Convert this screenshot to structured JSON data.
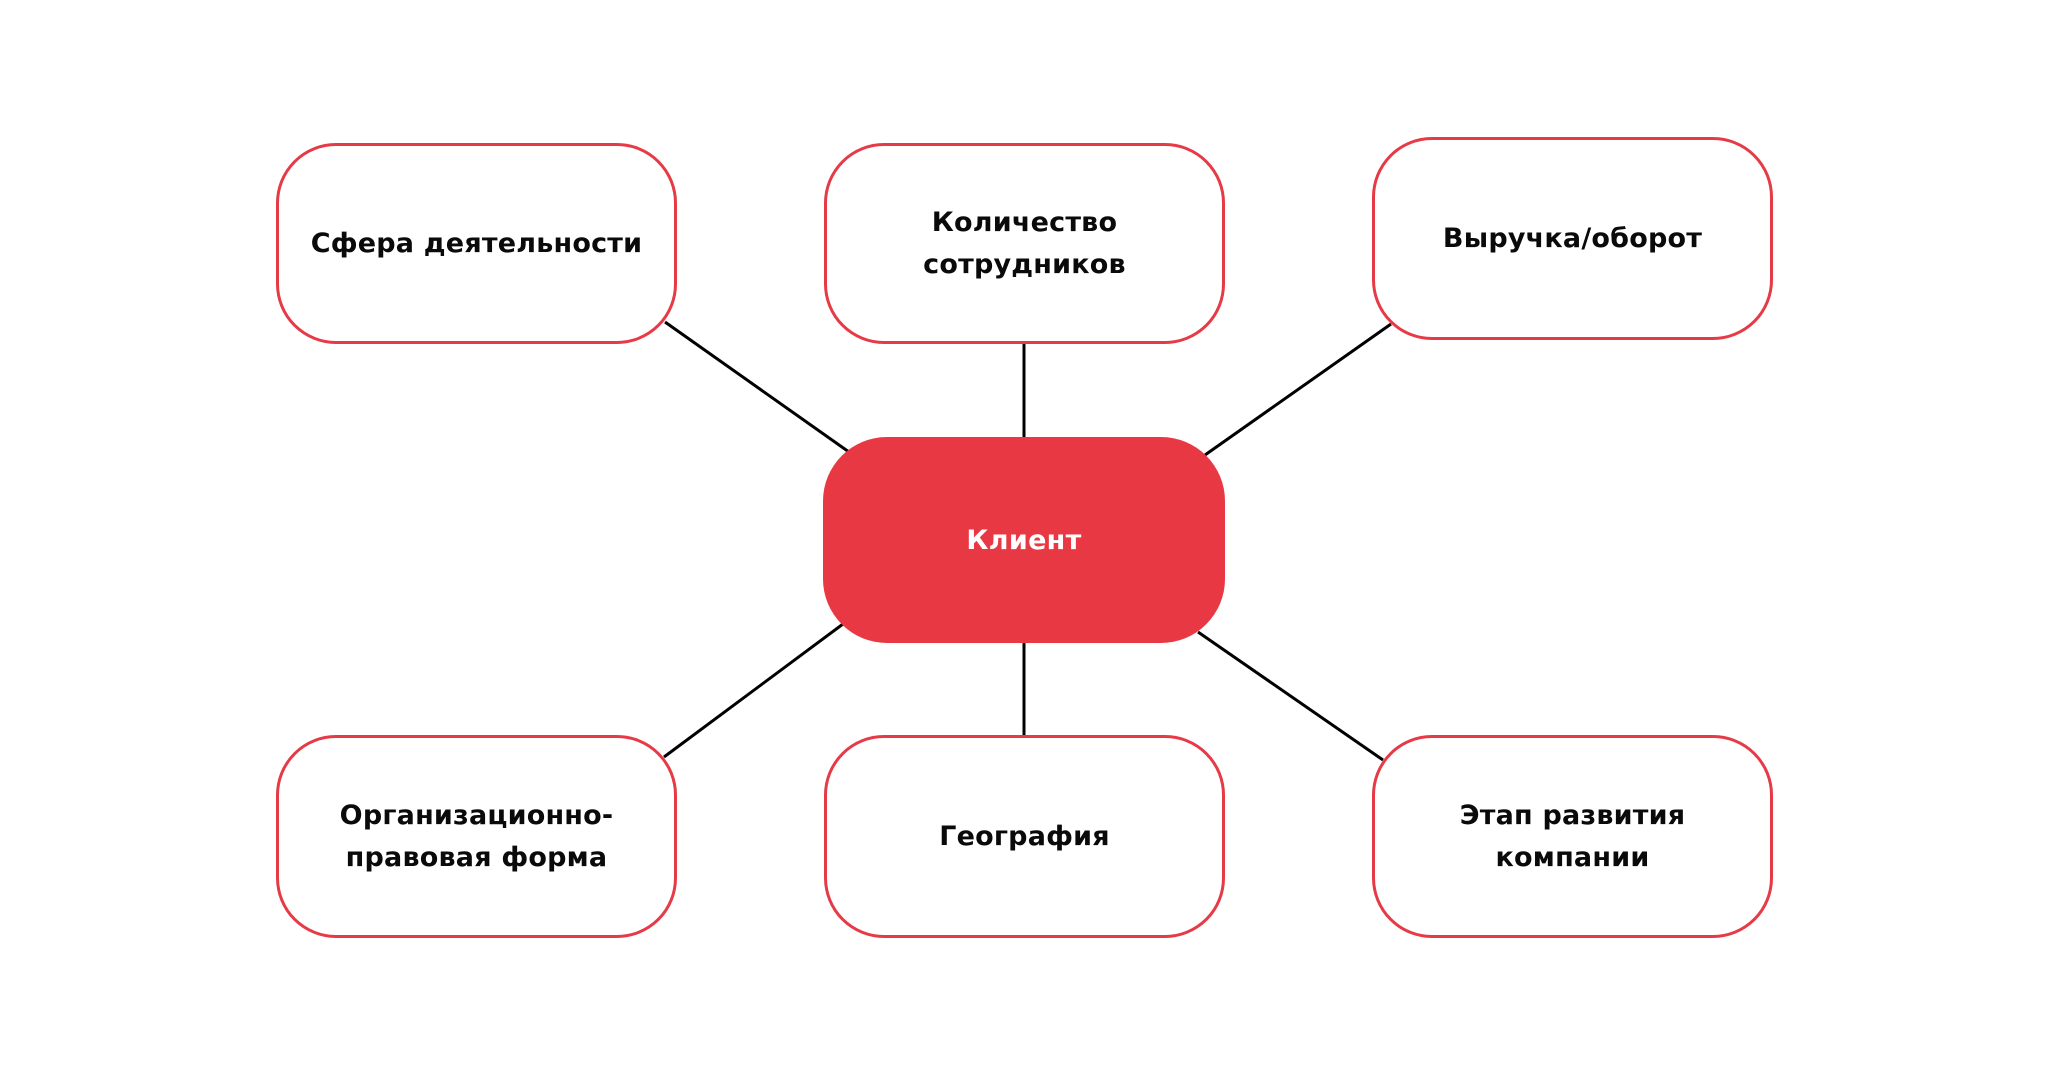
{
  "diagram": {
    "type": "mind-map",
    "center": {
      "label": "Клиент",
      "color": "#E83844",
      "text_color": "#FFFFFF"
    },
    "nodes": [
      {
        "id": "top-left",
        "label": "Сфера деятельности"
      },
      {
        "id": "top-center",
        "label": "Количество\nсотрудников"
      },
      {
        "id": "top-right",
        "label": "Выручка/оборот"
      },
      {
        "id": "bottom-left",
        "label": "Организационно-\nправовая форма"
      },
      {
        "id": "bottom-center",
        "label": "География"
      },
      {
        "id": "bottom-right",
        "label": "Этап развития\nкомпании"
      }
    ],
    "edges": [
      {
        "from": "center",
        "to": "top-left"
      },
      {
        "from": "center",
        "to": "top-center"
      },
      {
        "from": "center",
        "to": "top-right"
      },
      {
        "from": "center",
        "to": "bottom-left"
      },
      {
        "from": "center",
        "to": "bottom-center"
      },
      {
        "from": "center",
        "to": "bottom-right"
      }
    ],
    "colors": {
      "node_border": "#E63B47",
      "edge": "#000000",
      "node_text": "#0A0A0A",
      "background": "#FFFFFF"
    }
  }
}
